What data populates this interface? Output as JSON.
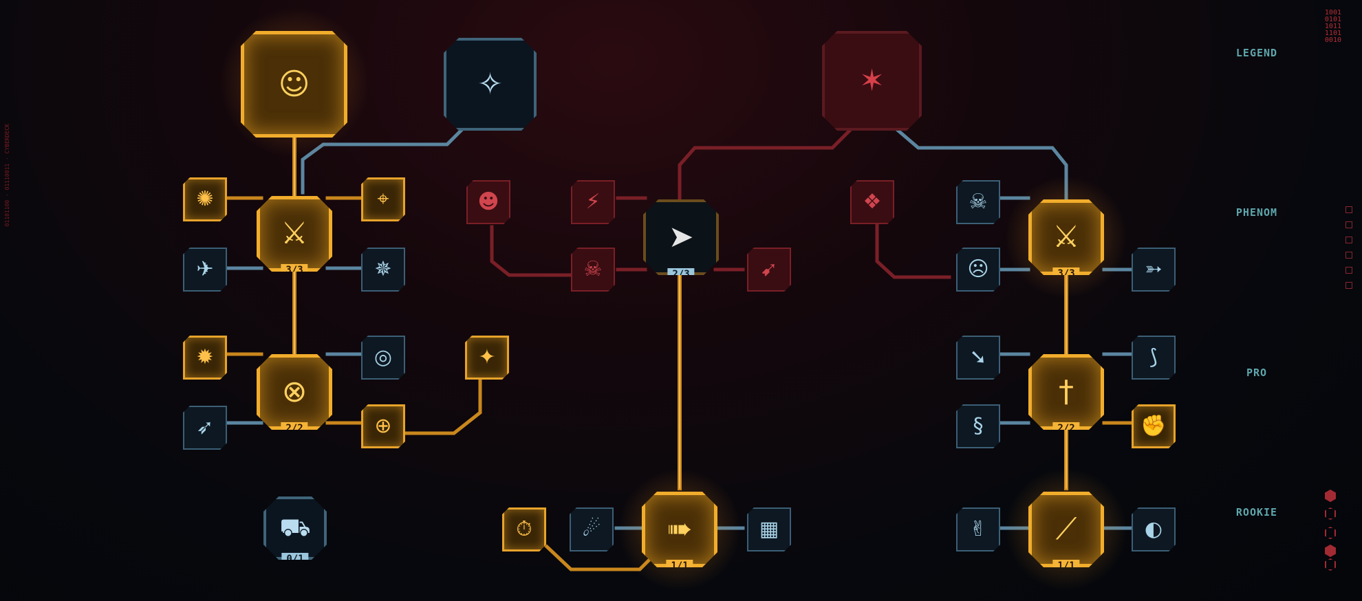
{
  "tiers": [
    {
      "id": "legend",
      "label": "LEGEND"
    },
    {
      "id": "phenom",
      "label": "PHENOM"
    },
    {
      "id": "pro",
      "label": "PRO"
    },
    {
      "id": "rookie",
      "label": "ROOKIE"
    }
  ],
  "binary_readout": "1001\n0101\n1011\n1101\n0010",
  "side_text": "01101100 · 01110011 · CYBERDECK",
  "perks": {
    "left_legend": {
      "icon": "head-silhouette-icon",
      "state": "active"
    },
    "center_legend": {
      "icon": "sniper-kneeling-icon",
      "state": "locked"
    },
    "right_legend": {
      "icon": "blades-burst-icon",
      "state": "unavailable"
    },
    "left_phenom": {
      "icon": "gunslinger-icon",
      "level": "3/3",
      "state": "active"
    },
    "left_pro": {
      "icon": "crosshair-target-icon",
      "level": "2/2",
      "state": "active"
    },
    "left_rookie": {
      "icon": "car-icon",
      "level": "0/1",
      "state": "locked"
    },
    "center_phenom": {
      "icon": "dash-kick-icon",
      "level": "2/3",
      "state": "partial"
    },
    "center_rookie": {
      "icon": "sprint-icon",
      "level": "1/1",
      "state": "active"
    },
    "right_phenom": {
      "icon": "blade-dancer-icon",
      "level": "3/3",
      "state": "active"
    },
    "right_pro": {
      "icon": "sword-strike-icon",
      "level": "2/2",
      "state": "active"
    },
    "right_rookie": {
      "icon": "katana-slash-icon",
      "level": "1/1",
      "state": "active"
    }
  },
  "colors": {
    "gold": "#f1ad2c",
    "steel": "#3f6479",
    "red": "#7a1f27",
    "tier_text": "#5fa7ad"
  }
}
